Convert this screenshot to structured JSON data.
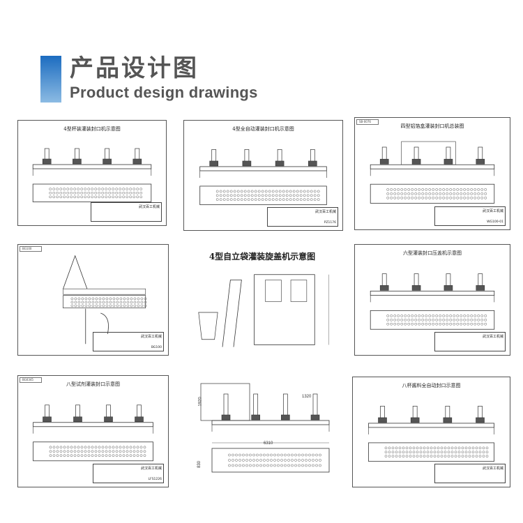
{
  "header": {
    "title_cn": "产品设计图",
    "title_en": "Product design drawings",
    "accent_color": "#1c6cc0"
  },
  "drawings": [
    {
      "title": "4型杯装灌装封口机示意图",
      "company": "武汉百工机械",
      "code": ""
    },
    {
      "title": "4型全自动灌装封口机示意图",
      "company": "武汉百工机械",
      "code": "PZ1176"
    },
    {
      "title": "四型铝箔盒灌装封口机总装图",
      "company": "武汉百工机械",
      "code": "WG100-01",
      "tag": "SB-0076"
    },
    {
      "title": "",
      "company": "武汉百工机械",
      "code": "BG100",
      "tag": "BG100"
    },
    {
      "title": "4型自立袋灌装旋盖机示意图"
    },
    {
      "title": "六型灌装封口压盖机示意图",
      "company": "武汉百工机械",
      "code": ""
    },
    {
      "title": "八型试剂灌装封口示意图",
      "company": "武汉百工机械",
      "code": "LFS1226",
      "tag": "BG0345"
    },
    {
      "title": "",
      "dims": [
        "1920",
        "1320",
        "6310",
        "830"
      ]
    },
    {
      "title": "八杯酱料全自动封口示意图",
      "company": "武汉百工机械",
      "code": ""
    }
  ]
}
